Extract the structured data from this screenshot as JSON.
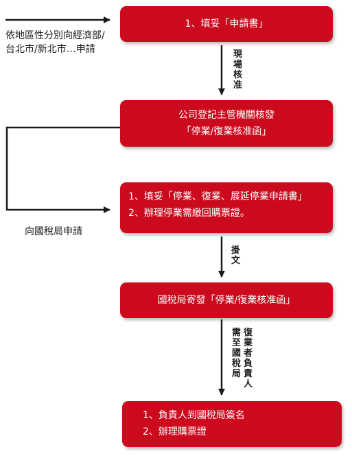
{
  "left_note_1": [
    "依地區性分別向經濟部/",
    "台北市/新北市…申請"
  ],
  "left_note_2": "向國稅局申請",
  "step1": {
    "line": "1、填妥「申請書」"
  },
  "arrow1_label": "現場核准",
  "step2": {
    "line1": "公司登記主管機關核發",
    "line2": "「停業/復業核准函」"
  },
  "step3": {
    "line1": "1、填妥「停業、復業、展延停業申請書」",
    "line2": "2、辦理停業需繳回購票證。"
  },
  "arrow3_label": "掛文",
  "step4": {
    "line": "國稅局寄發「停業/復業核准函」"
  },
  "arrow4_label_col1": "復業者負責人",
  "arrow4_label_col2": "需至國稅局",
  "step5": {
    "line1": "1、負責人到國稅局簽名",
    "line2": "2、辦理購票證"
  },
  "colors": {
    "box_fill": "#cc0a1e",
    "box_text": "#ffffff",
    "line": "#1a1a1a"
  }
}
